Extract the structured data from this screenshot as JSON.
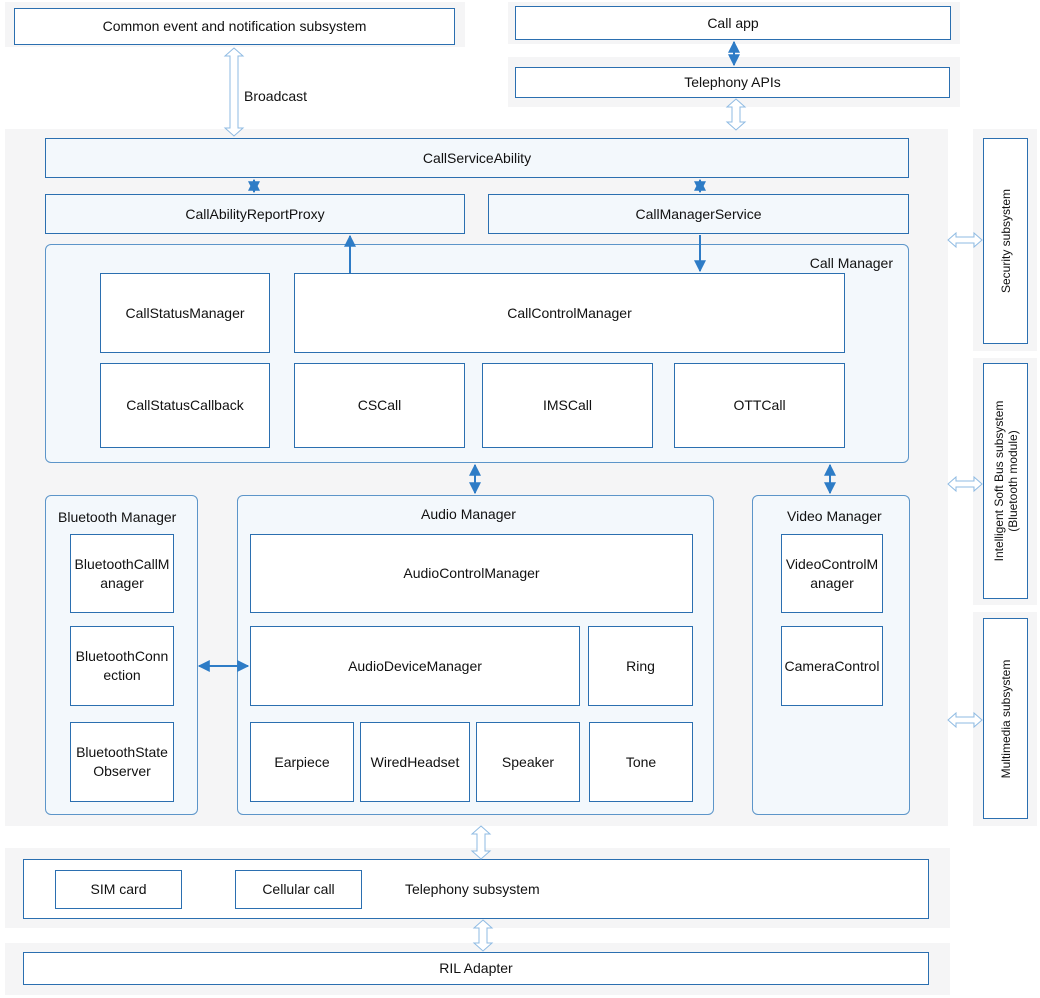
{
  "top": {
    "common_event": "Common event and notification subsystem",
    "broadcast": "Broadcast",
    "call_app": "Call app",
    "telephony_apis": "Telephony APIs"
  },
  "service": {
    "call_service_ability": "CallServiceAbility",
    "call_ability_report_proxy": "CallAbilityReportProxy",
    "call_manager_service": "CallManagerService"
  },
  "call_manager": {
    "title": "Call Manager",
    "call_status_manager": "CallStatusManager",
    "call_control_manager": "CallControlManager",
    "call_status_callback": "CallStatusCallback",
    "cs_call": "CSCall",
    "ims_call": "IMSCall",
    "ott_call": "OTTCall"
  },
  "bluetooth_manager": {
    "title": "Bluetooth Manager",
    "call_manager": "BluetoothCallManager",
    "connection": "BluetoothConnection",
    "state_observer": "BluetoothStateObserver"
  },
  "audio_manager": {
    "title": "Audio Manager",
    "control_manager": "AudioControlManager",
    "device_manager": "AudioDeviceManager",
    "ring": "Ring",
    "earpiece": "Earpiece",
    "wired_headset": "WiredHeadset",
    "speaker": "Speaker",
    "tone": "Tone"
  },
  "video_manager": {
    "title": "Video Manager",
    "control_manager": "VideoControlManager",
    "camera_control": "CameraControl"
  },
  "side": {
    "security": "Security subsystem",
    "soft_bus_line1": "Intelligent Soft Bus subsystem",
    "soft_bus_line2": "(Bluetooth module)",
    "multimedia": "Multimedia subsystem"
  },
  "bottom": {
    "sim_card": "SIM card",
    "cellular_call": "Cellular call",
    "telephony_subsystem": "Telephony subsystem",
    "ril_adapter": "RIL Adapter"
  },
  "colors": {
    "arrow": "#2e7cc6",
    "border": "#2b6fb0",
    "panel": "#f5f5f6",
    "group_fill": "#f3f8fc"
  }
}
